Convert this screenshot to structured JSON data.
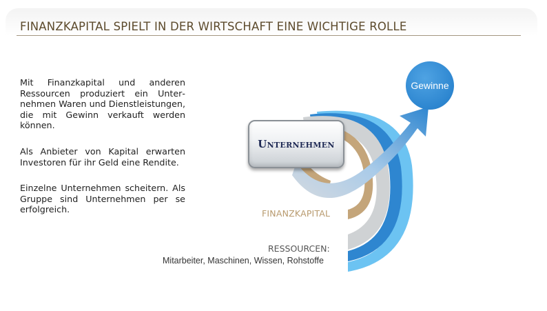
{
  "header": {
    "title": "FINANZKAPITAL SPIELT IN DER WIRTSCHAFT EINE WICHTIGE ROLLE"
  },
  "body": {
    "paragraphs": [
      "Mit Finanzkapital und anderen Ressourcen produziert ein Unter­nehmen Waren und Dienstleistun­gen, die mit Gewinn verkauft werden können.",
      "Als Anbieter von Kapital erwarten Investoren für ihr Geld eine Rendite.",
      "Einzelne Unternehmen scheitern. Als Gruppe sind Unternehmen per se erfolgreich."
    ]
  },
  "diagram": {
    "company_label": "Unternehmen",
    "profit_label": "Gewinne",
    "financial_capital_label": "FINANZKAPITAL",
    "resources_label": "RESSOURCEN:",
    "resources_detail": "Mitarbeiter, Maschinen, Wissen, Rohstoffe"
  },
  "colors": {
    "title_text": "#5c4a2c",
    "financial_capital": "#c4a57a",
    "resources_gray": "#cfd2d4",
    "resources_blue": "#2e86d0",
    "resources_light_blue": "#6cc3f2",
    "profit_circle": "#2d86d0",
    "company_text": "#1f2a55"
  }
}
